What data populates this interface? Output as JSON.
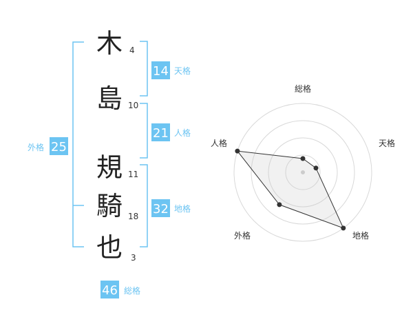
{
  "name_chars": [
    {
      "char": "木",
      "strokes": "4"
    },
    {
      "char": "島",
      "strokes": "10"
    },
    {
      "char": "規",
      "strokes": "11"
    },
    {
      "char": "騎",
      "strokes": "18"
    },
    {
      "char": "也",
      "strokes": "3"
    }
  ],
  "grades": {
    "tenkaku": {
      "value": "14",
      "label": "天格"
    },
    "jinkaku": {
      "value": "21",
      "label": "人格"
    },
    "chikaku": {
      "value": "32",
      "label": "地格"
    },
    "gaikaku": {
      "value": "25",
      "label": "外格"
    },
    "soukaku": {
      "value": "46",
      "label": "総格"
    }
  },
  "colors": {
    "accent": "#6cc4f2",
    "text": "#222222"
  },
  "chart_data": {
    "type": "radar",
    "axes": [
      "総格",
      "天格",
      "地格",
      "外格",
      "人格"
    ],
    "values": [
      46,
      14,
      32,
      25,
      21
    ],
    "normalized_levels": [
      0.2,
      0.2,
      1.0,
      0.58,
      1.0
    ],
    "rings": 4,
    "grid": true
  }
}
